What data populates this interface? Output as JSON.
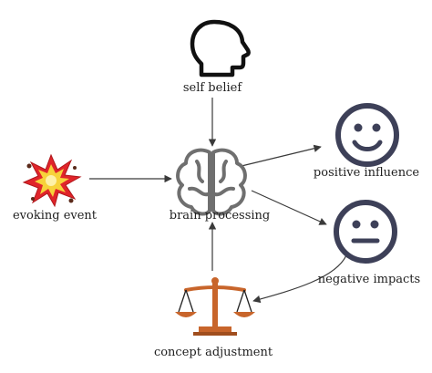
{
  "nodes": {
    "self_belief": {
      "label": "self belief",
      "icon": "head-silhouette-icon"
    },
    "evoking_event": {
      "label": "evoking event",
      "icon": "explosion-icon"
    },
    "brain_processing": {
      "label": "brain processing",
      "icon": "brain-icon"
    },
    "positive_influence": {
      "label": "positive influence",
      "icon": "smiley-face-icon"
    },
    "negative_impacts": {
      "label": "negative impacts",
      "icon": "neutral-face-icon"
    },
    "concept_adjustment": {
      "label": "concept adjustment",
      "icon": "balance-scale-icon"
    }
  },
  "edges": [
    {
      "from": "self belief",
      "to": "brain processing"
    },
    {
      "from": "evoking event",
      "to": "brain processing"
    },
    {
      "from": "brain processing",
      "to": "positive influence"
    },
    {
      "from": "brain processing",
      "to": "negative impacts"
    },
    {
      "from": "negative impacts",
      "to": "concept adjustment"
    },
    {
      "from": "concept adjustment",
      "to": "brain processing"
    }
  ],
  "colors": {
    "text": "#1e1e1e",
    "line": "#3a3a3a",
    "face": "#3d4058",
    "brain": "#6f6f6f",
    "scale": "#c8652b",
    "explosion_outer": "#e0242a",
    "explosion_inner": "#f7d23a"
  }
}
